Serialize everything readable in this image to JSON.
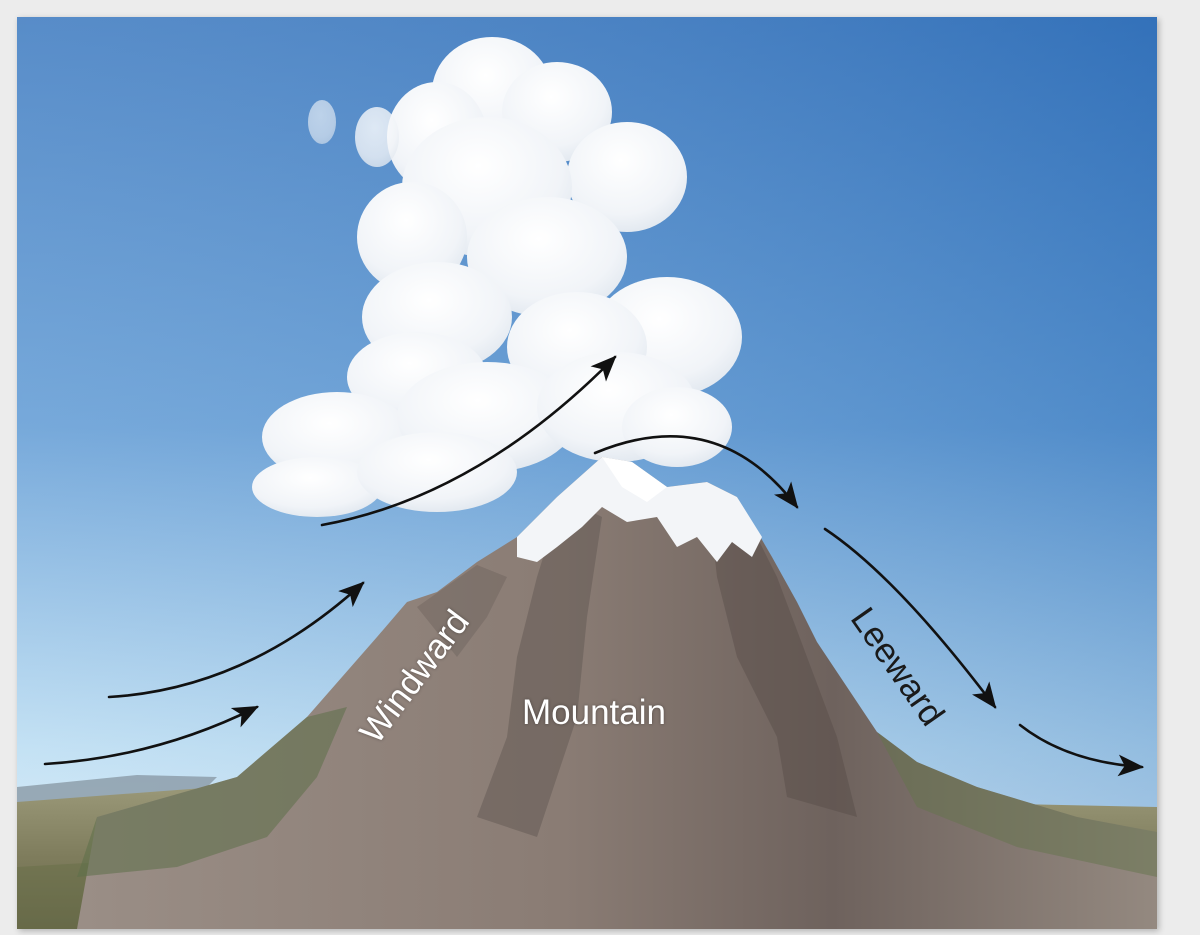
{
  "labels": {
    "windward": "Windward",
    "mountain": "Mountain",
    "leeward": "Leeward"
  },
  "colors": {
    "sky_top": "#2a6db5",
    "sky_bottom": "#d6ecfa",
    "arrow": "#111111",
    "rock": "#8a7b72",
    "snow": "#f4f6f8",
    "ground": "#8c8a6a"
  }
}
